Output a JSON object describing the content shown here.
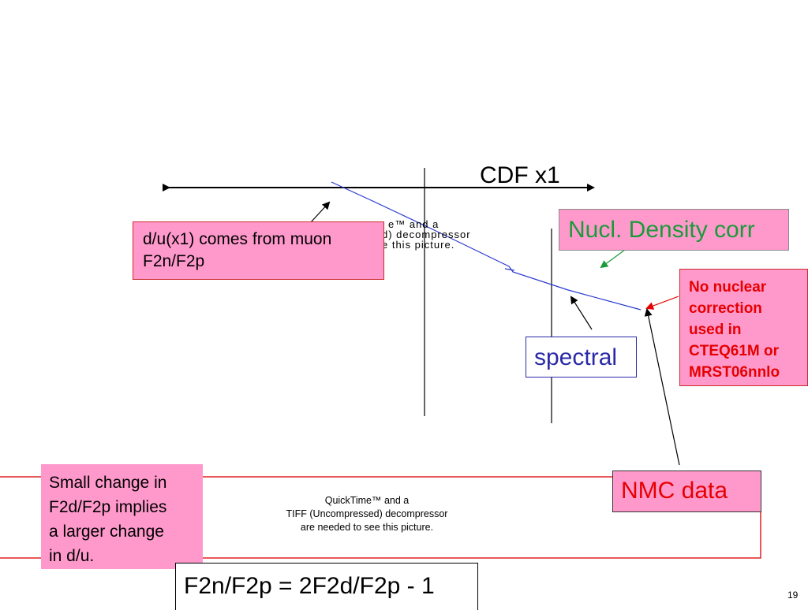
{
  "labels": {
    "cdf_x1": "CDF x1",
    "du_note_line1": "d/u(x1) comes from muon",
    "du_note_line2": "F2n/F2p",
    "nucl_density": "Nucl. Density corr",
    "no_nuclear": [
      "No nuclear",
      "correction",
      "used in",
      "CTEQ61M or",
      "MRST06nnlo"
    ],
    "spectral": "spectral",
    "nmc_data": "NMC data",
    "small_change": [
      "Small change in",
      "F2d/F2p implies",
      "a larger change",
      "in d/u."
    ],
    "formula": "F2n/F2p = 2F2d/F2p - 1",
    "page_number": "19"
  },
  "qt_top": [
    "e™ and a",
    "d) decompressor",
    "e this picture."
  ],
  "qt_bottom": [
    "QuickTime™ and a",
    "TIFF (Uncompressed) decompressor",
    "are needed to see this picture."
  ],
  "colors": {
    "pink": "#ff99cc",
    "green_text": "#1a9a3a",
    "red_text": "#e60000",
    "blue_text": "#2a2aa8",
    "blue_line": "#2a3ad0",
    "red_border": "#e02020"
  }
}
